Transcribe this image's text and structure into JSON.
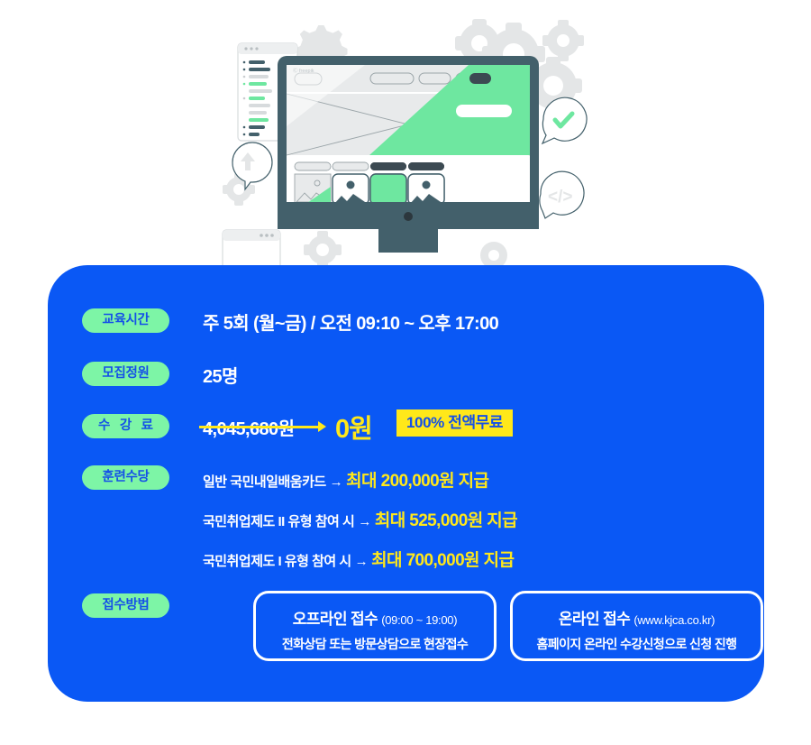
{
  "illustration": {
    "alt_name": "web-design-monitor-illustration",
    "watermark": "freepik",
    "badges": [
      "upload-arrow-bubble",
      "check-bubble",
      "code-bubble"
    ],
    "colors": {
      "screen_accent": "#6EE7A0",
      "device_frame": "#43606B",
      "gear": "#E4E6E7"
    }
  },
  "card": {
    "background": "#0A58F5",
    "pill_bg": "#7DF5A6",
    "pill_text": "#1450E8",
    "highlight": "#FFE81A",
    "rows": [
      {
        "label": "교육시간",
        "value": "주 5회 (월~금) / 오전 09:10 ~ 오후 17:00"
      },
      {
        "label": "모집정원",
        "value": "25명"
      },
      {
        "label": "수 강 료",
        "old_price": "4,045,680원",
        "new_price": "0원",
        "badge": "100% 전액무료"
      },
      {
        "label": "훈련수당",
        "lines": [
          {
            "text": "일반 국민내일배움카드",
            "arrow": "→",
            "amount": "최대 200,000원 지급"
          },
          {
            "text": "국민취업제도 II 유형 참여 시",
            "arrow": "→",
            "amount": "최대 525,000원 지급"
          },
          {
            "text": "국민취업제도 I 유형 참여 시",
            "arrow": "→",
            "amount": "최대 700,000원 지급"
          }
        ]
      },
      {
        "label": "접수방법",
        "boxes": [
          {
            "title": "오프라인 접수",
            "sub": "(09:00 ~ 19:00)",
            "desc": "전화상담 또는 방문상담으로 현장접수"
          },
          {
            "title": "온라인 접수",
            "sub": "(www.kjca.co.kr)",
            "desc": "홈페이지 온라인 수강신청으로 신청 진행"
          }
        ]
      }
    ]
  }
}
